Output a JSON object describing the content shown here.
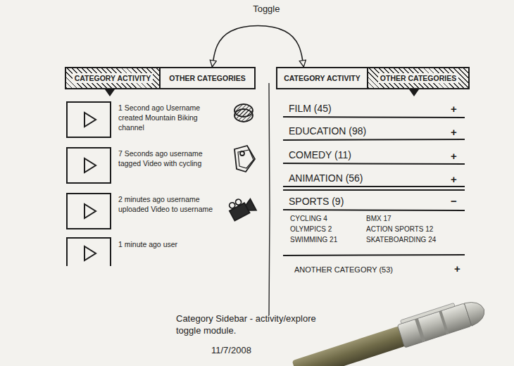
{
  "diagram": {
    "caption": "Category Sidebar - activity/explore toggle module.",
    "nodes": [
      {
        "text": [
          "CATEGORY ACTIVITY"
        ]
      },
      {
        "text": [
          "OTHER CATEGORIES"
        ]
      },
      {
        "text": [
          "CATEGORY ACTIVITY"
        ]
      },
      {
        "text": [
          "OTHER CATEGORIES"
        ]
      }
    ],
    "edges": [
      {
        "from": 1,
        "to": 2,
        "arrow": "both",
        "label": "Toggle"
      }
    ],
    "labels": [
      "1 Second ago Username created Mountain Biking channel",
      "7 Seconds ago username tagged Video with cycling",
      "2 minutes ago username uploaded Video to username",
      "1 minute ago user",
      "FILM (45)",
      "+",
      "EDUCATION (98)",
      "+",
      "COMEDY (11)",
      "+",
      "ANIMATION (56)",
      "+",
      "SPORTS (9)",
      "−",
      "CYCLING 4",
      "BMX 17",
      "OLYMPICS 2",
      "ACTION SPORTS 12",
      "SWIMMING 21",
      "SKATEBOARDING 24",
      "ANOTHER CATEGORY (53)",
      "+",
      "11/7/2008"
    ]
  }
}
